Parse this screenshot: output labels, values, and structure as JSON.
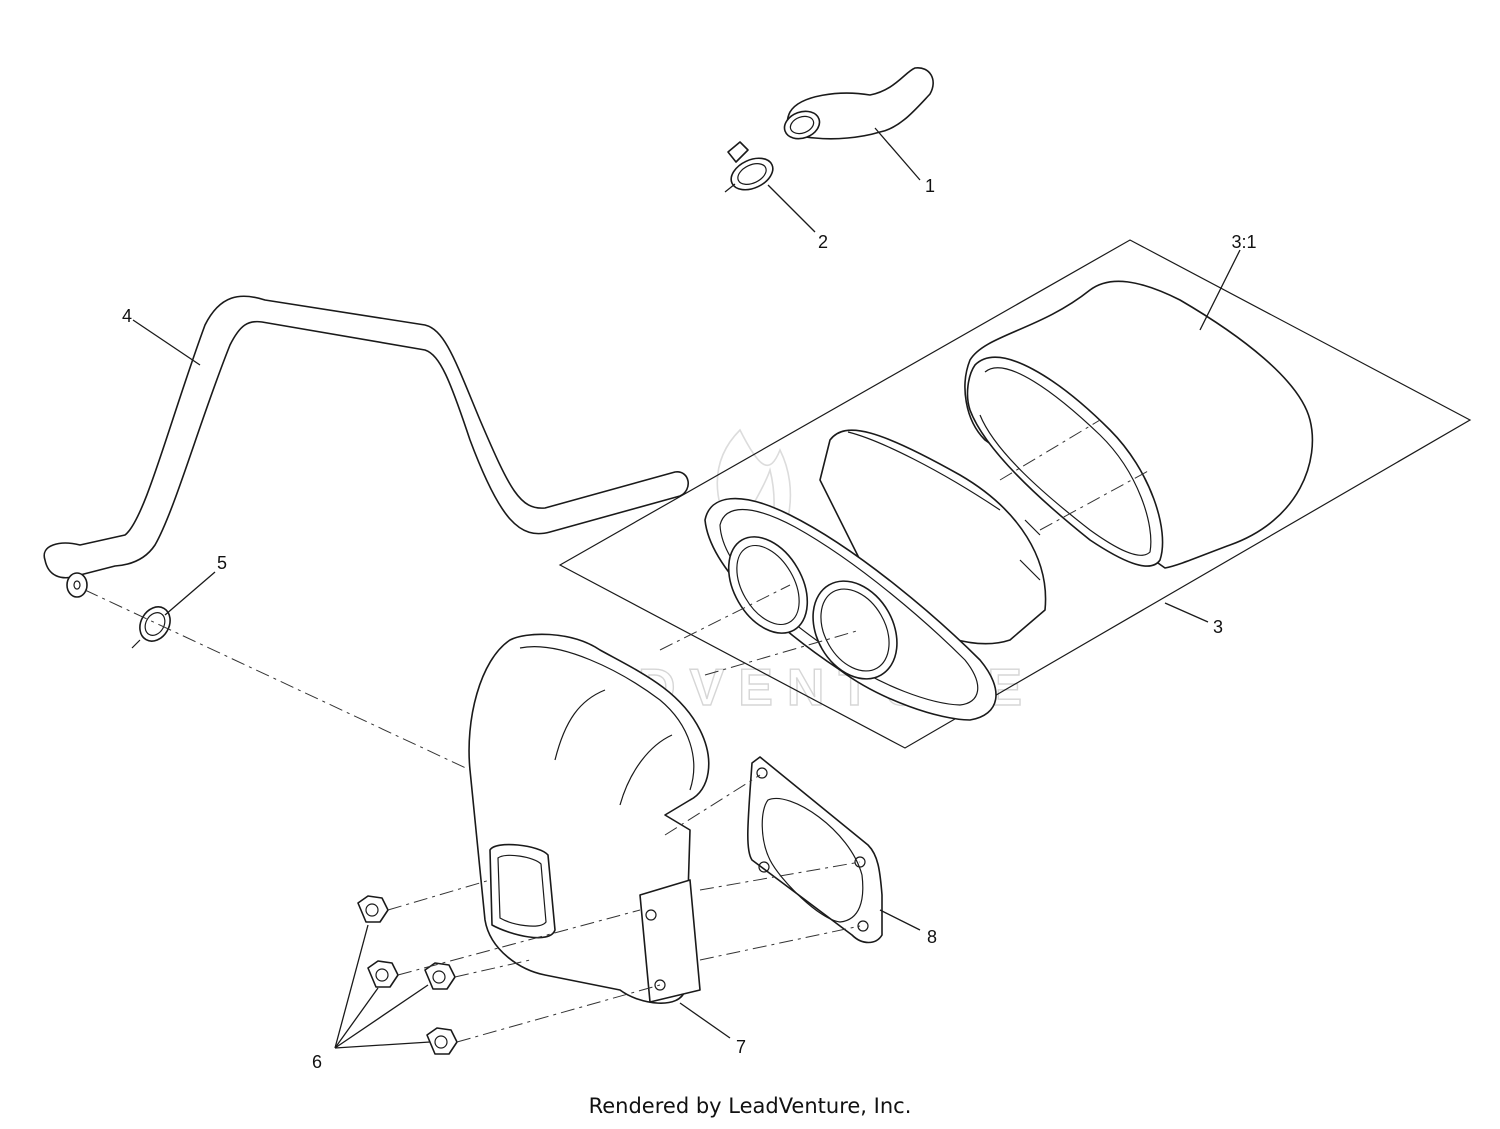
{
  "callouts": {
    "c1": "1",
    "c2": "2",
    "c3": "3",
    "c31": "3:1",
    "c4": "4",
    "c5": "5",
    "c6": "6",
    "c7": "7",
    "c8": "8"
  },
  "watermark": "LEADVENTURE",
  "footer": "Rendered by LeadVenture, Inc.",
  "colors": {
    "line": "#1a1a1a",
    "watermark": "#d6d6d6"
  }
}
